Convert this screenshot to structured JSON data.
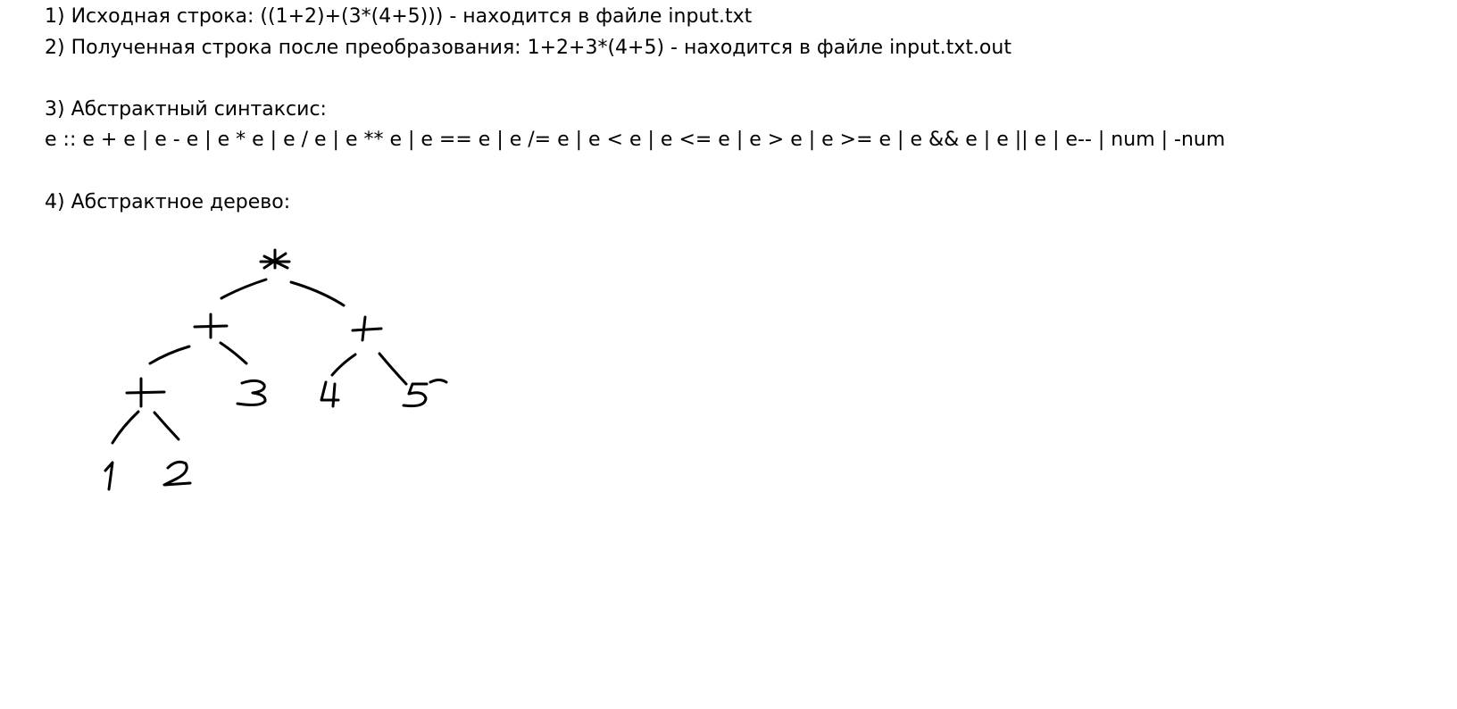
{
  "lines": {
    "l1": "1) Исходная строка: ((1+2)+(3*(4+5))) - находится в файле input.txt",
    "l2": "2) Полученная строка после преобразования: 1+2+3*(4+5) - находится в файле input.txt.out",
    "l3": "3) Абстрактный синтаксис:",
    "l4": "e :: e + e | e - e | e * e | e / e | e ** e | e == e | e /= e | e < e | e <= e | e > e | e >= e | e && e | e || e | e-- | num | -num",
    "l5": "4) Абстрактное дерево:"
  },
  "tree": {
    "nodes": {
      "root": "*",
      "plus_left": "+",
      "plus_right": "+",
      "plus_inner": "+",
      "leaf_3": "3",
      "leaf_4": "4",
      "leaf_5": "5",
      "leaf_1": "1",
      "leaf_2": "2"
    }
  }
}
